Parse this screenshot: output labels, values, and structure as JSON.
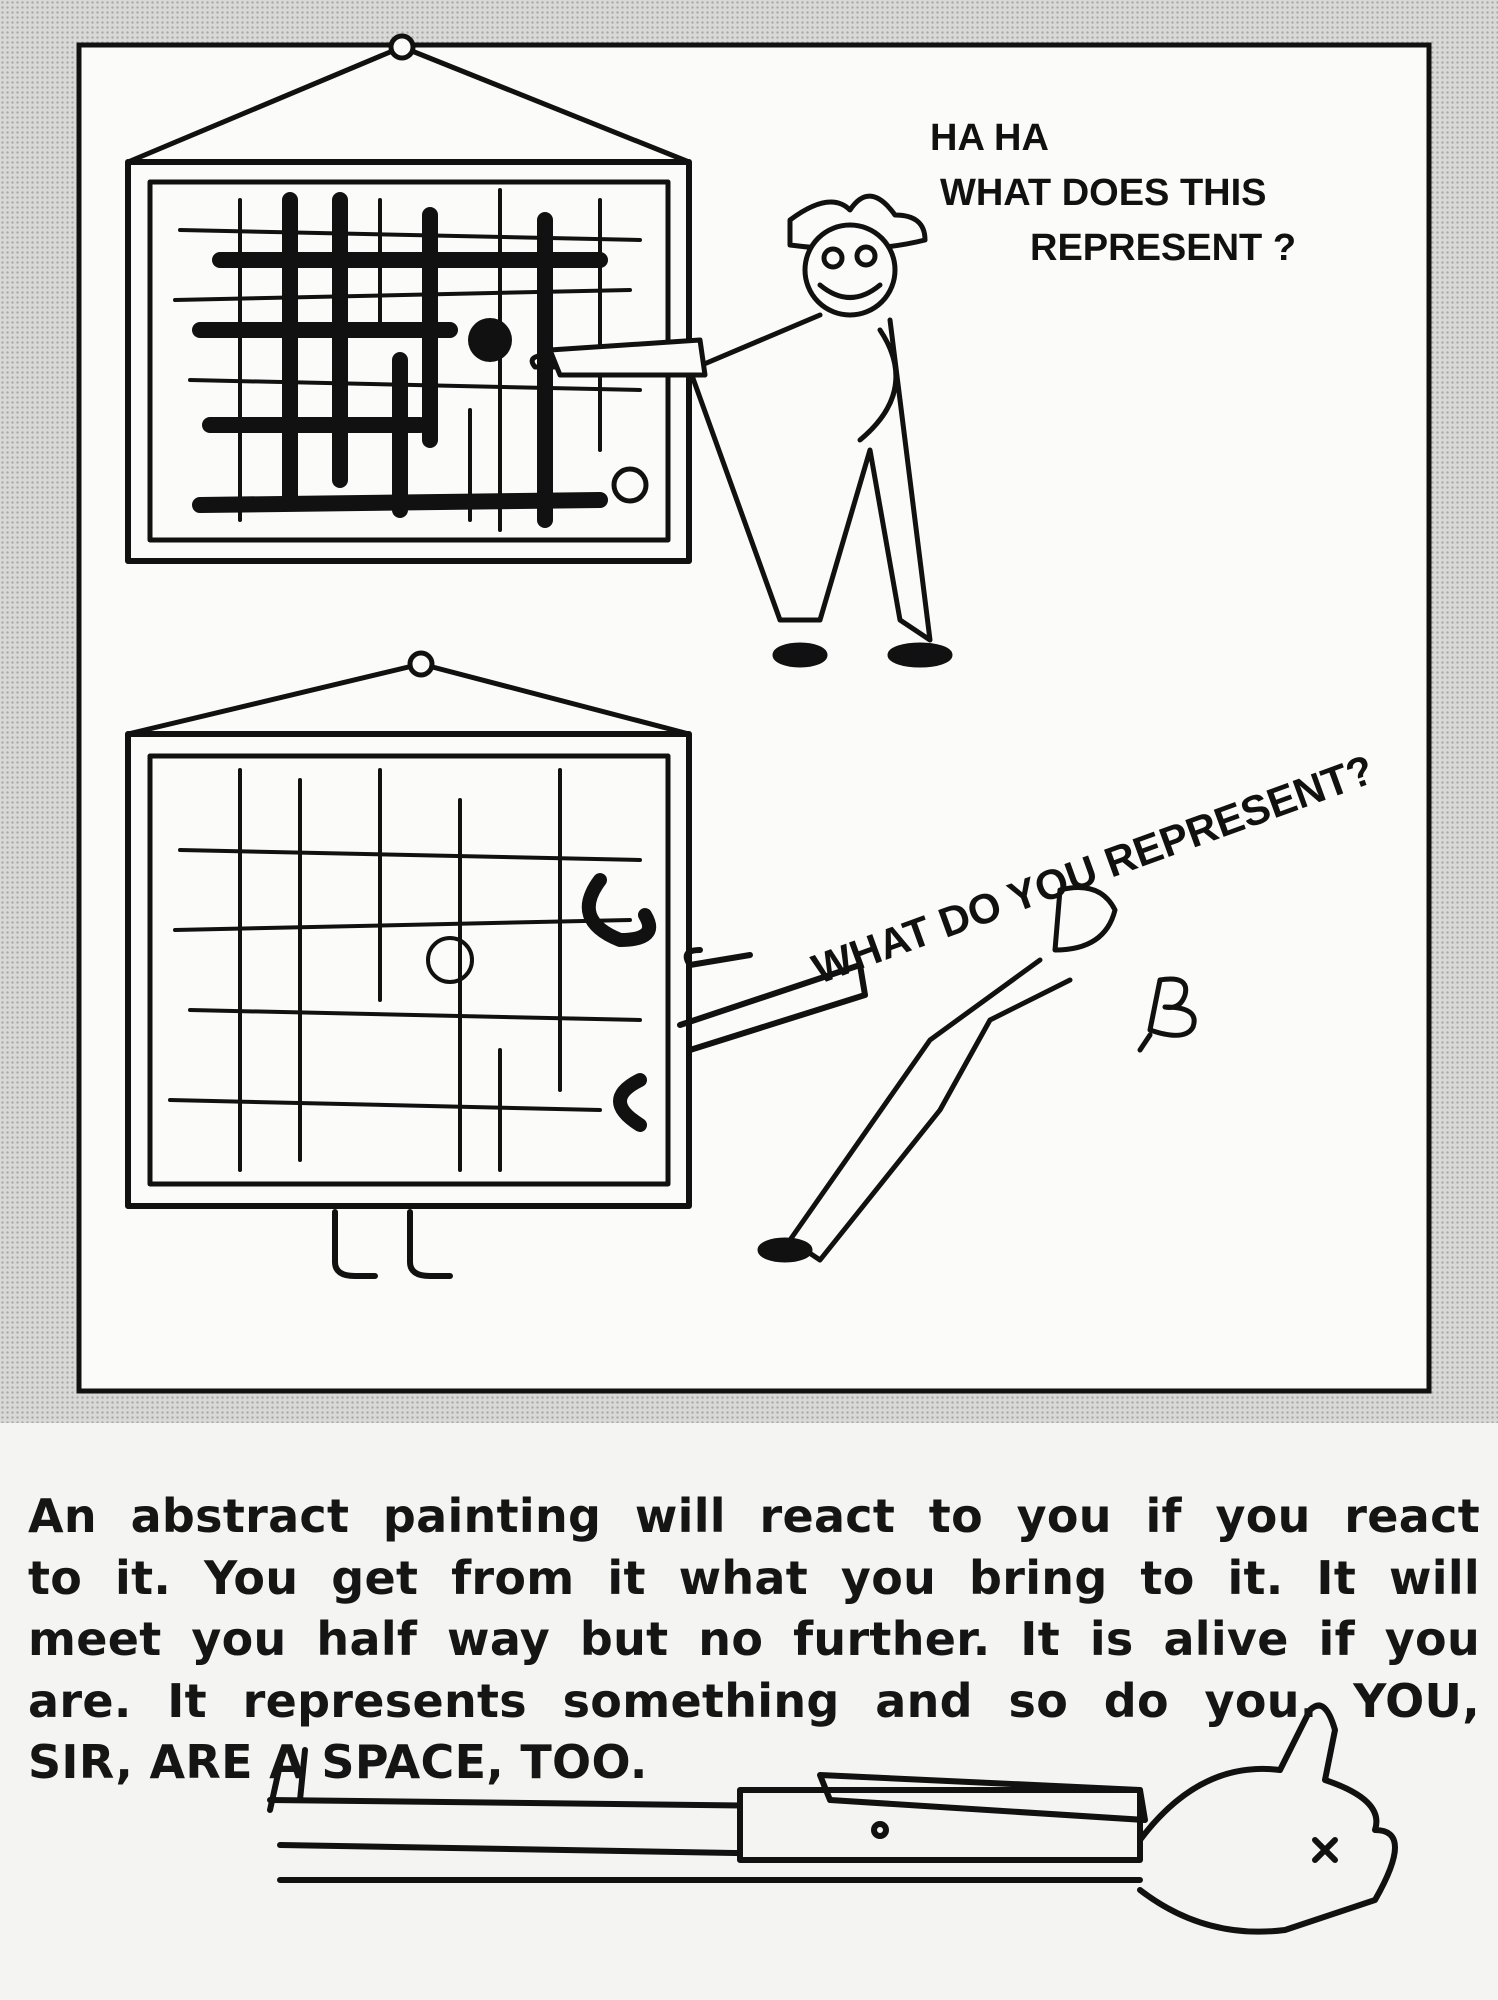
{
  "cartoon": {
    "top_speech": [
      "HA HA",
      "WHAT DOES THIS",
      "REPRESENT ?"
    ],
    "bottom_speech": "WHAT DO YOU REPRESENT?"
  },
  "caption": {
    "lines": [
      "An abstract painting will react to you if you react",
      "to it. You get from it what you bring to it. It will",
      "meet you half way but no further. It is alive if you",
      "are. It represents something and so do you. YOU,",
      "SIR, ARE A SPACE, TOO."
    ]
  },
  "colors": {
    "ink": "#111111",
    "paper": "#f4f4f2",
    "halftone": "#d9d9d7"
  }
}
